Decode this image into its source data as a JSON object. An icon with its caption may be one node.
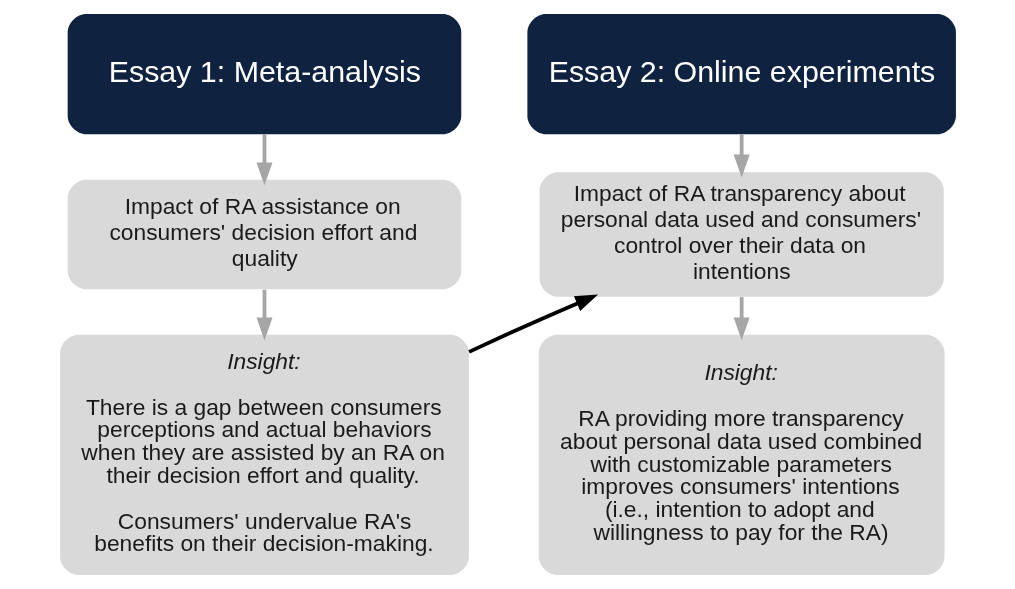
{
  "diagram": {
    "nodes": [
      {
        "text": [
          "Essay 1: Meta-analysis"
        ]
      },
      {
        "text": [
          "Impact of RA assistance on consumers' decision effort and quality"
        ]
      },
      {
        "text": [
          "Insight:",
          "There is a gap between consumers perceptions and actual behaviors when they are assisted by an RA on their decision effort and quality.",
          "Consumers' undervalue RA's benefits on their decision-making."
        ]
      },
      {
        "text": [
          "Essay 2: Online experiments"
        ]
      },
      {
        "text": [
          "Impact of RA transparency about personal data used and consumers' control over their data on intentions"
        ]
      },
      {
        "text": [
          "Insight:",
          "RA providing more transparency about personal data used combined with customizable parameters improves consumers' intentions (i.e., intention to adopt and willingness to pay for the RA)"
        ]
      }
    ],
    "edges": [
      {
        "from": 0,
        "to": 1,
        "arrow": "to"
      },
      {
        "from": 1,
        "to": 2,
        "arrow": "to"
      },
      {
        "from": 2,
        "to": 4,
        "arrow": "to",
        "color": "#000000"
      },
      {
        "from": 3,
        "to": 4,
        "arrow": "to"
      },
      {
        "from": 4,
        "to": 5,
        "arrow": "to"
      }
    ]
  }
}
